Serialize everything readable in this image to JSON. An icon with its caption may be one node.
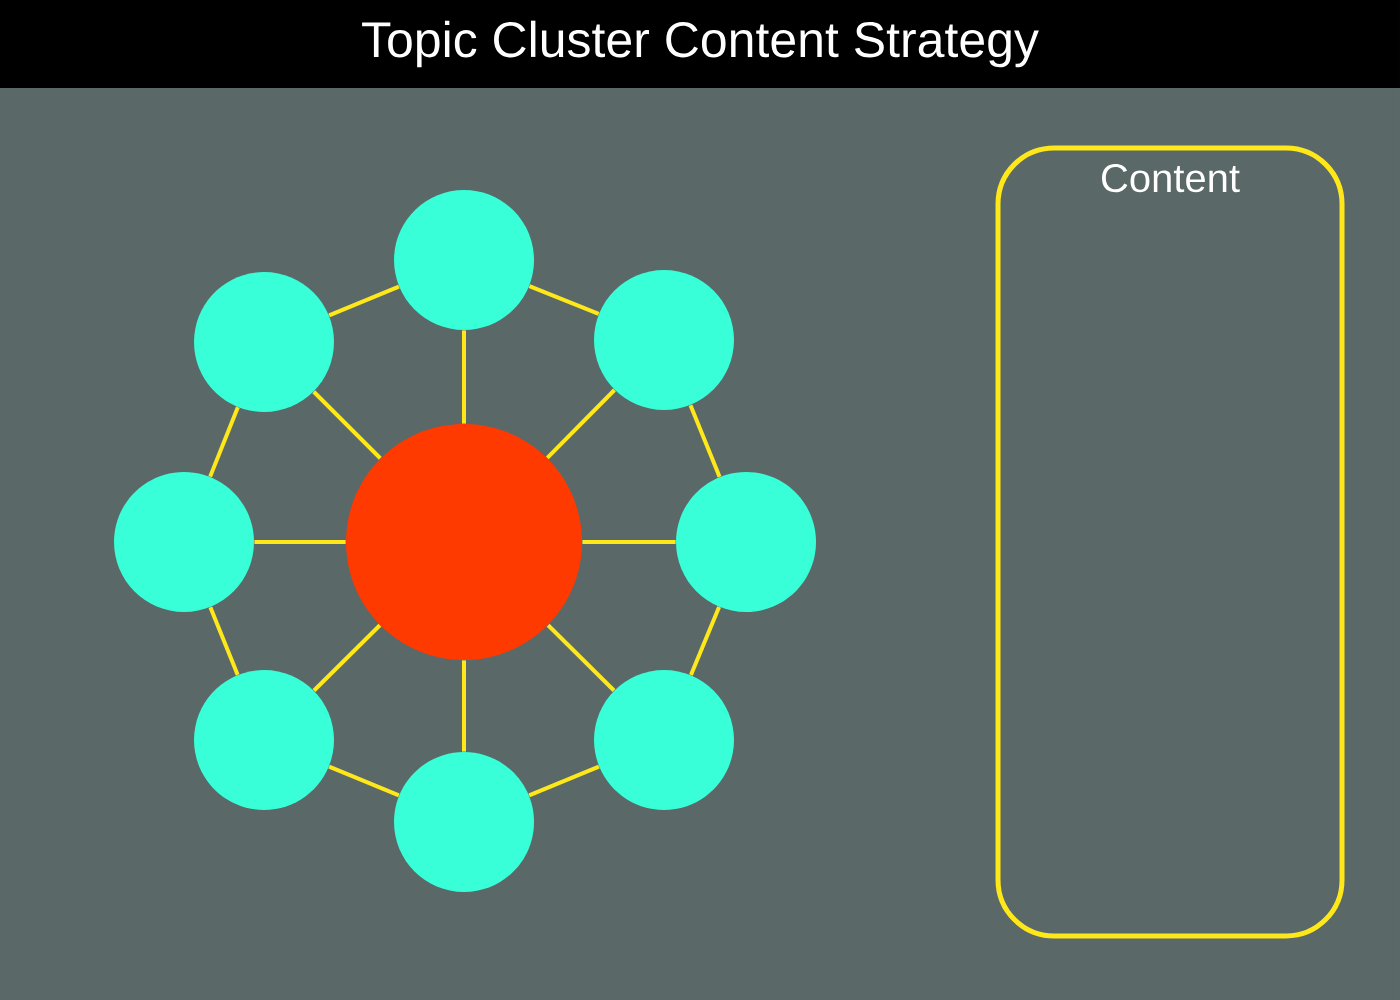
{
  "diagram": {
    "title": "Topic Cluster Content Strategy",
    "nodes": [
      {
        "text": [],
        "shape": "circle"
      },
      {
        "text": [],
        "shape": "circle"
      },
      {
        "text": [],
        "shape": "circle"
      },
      {
        "text": [],
        "shape": "circle"
      },
      {
        "text": [],
        "shape": "circle"
      },
      {
        "text": [],
        "shape": "circle"
      },
      {
        "text": [],
        "shape": "circle"
      },
      {
        "text": [],
        "shape": "circle"
      },
      {
        "text": [],
        "shape": "circle"
      },
      {
        "text": [
          "Content"
        ]
      }
    ],
    "edges": [
      {
        "from": 0,
        "to": 1,
        "arrow": "none"
      },
      {
        "from": 0,
        "to": 2,
        "arrow": "none"
      },
      {
        "from": 0,
        "to": 3,
        "arrow": "none"
      },
      {
        "from": 0,
        "to": 4,
        "arrow": "none"
      },
      {
        "from": 0,
        "to": 5,
        "arrow": "none"
      },
      {
        "from": 0,
        "to": 6,
        "arrow": "none"
      },
      {
        "from": 0,
        "to": 7,
        "arrow": "none"
      },
      {
        "from": 0,
        "to": 8,
        "arrow": "none"
      },
      {
        "from": 1,
        "to": 2,
        "arrow": "none"
      },
      {
        "from": 2,
        "to": 3,
        "arrow": "none"
      },
      {
        "from": 3,
        "to": 4,
        "arrow": "none"
      },
      {
        "from": 4,
        "to": 5,
        "arrow": "none"
      },
      {
        "from": 5,
        "to": 6,
        "arrow": "none"
      },
      {
        "from": 6,
        "to": 7,
        "arrow": "none"
      },
      {
        "from": 7,
        "to": 8,
        "arrow": "none"
      },
      {
        "from": 8,
        "to": 1,
        "arrow": "none"
      }
    ]
  }
}
